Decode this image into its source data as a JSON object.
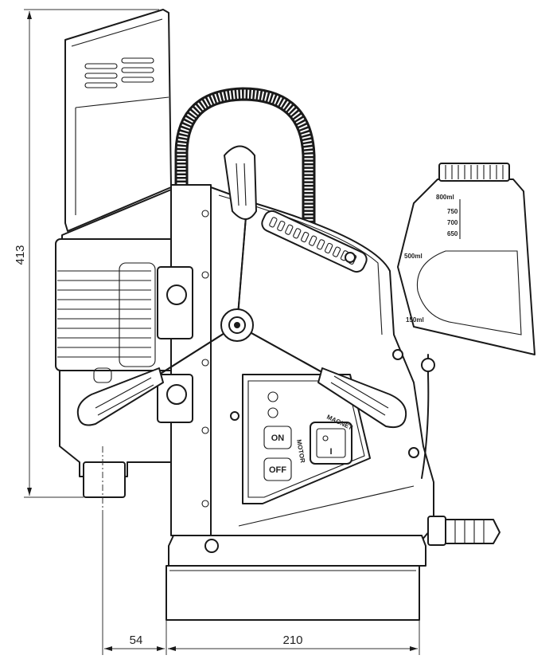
{
  "dimensions": {
    "height": "413",
    "offset": "54",
    "base_width": "210"
  },
  "coolant_tank": {
    "marks": [
      "800ml",
      "750",
      "700",
      "650",
      "500ml",
      "150ml"
    ]
  },
  "control_panel": {
    "on_label": "ON",
    "off_label": "OFF",
    "motor_label": "MOTOR",
    "magnet_label": "MAGNET",
    "switch_symbol": "I"
  }
}
